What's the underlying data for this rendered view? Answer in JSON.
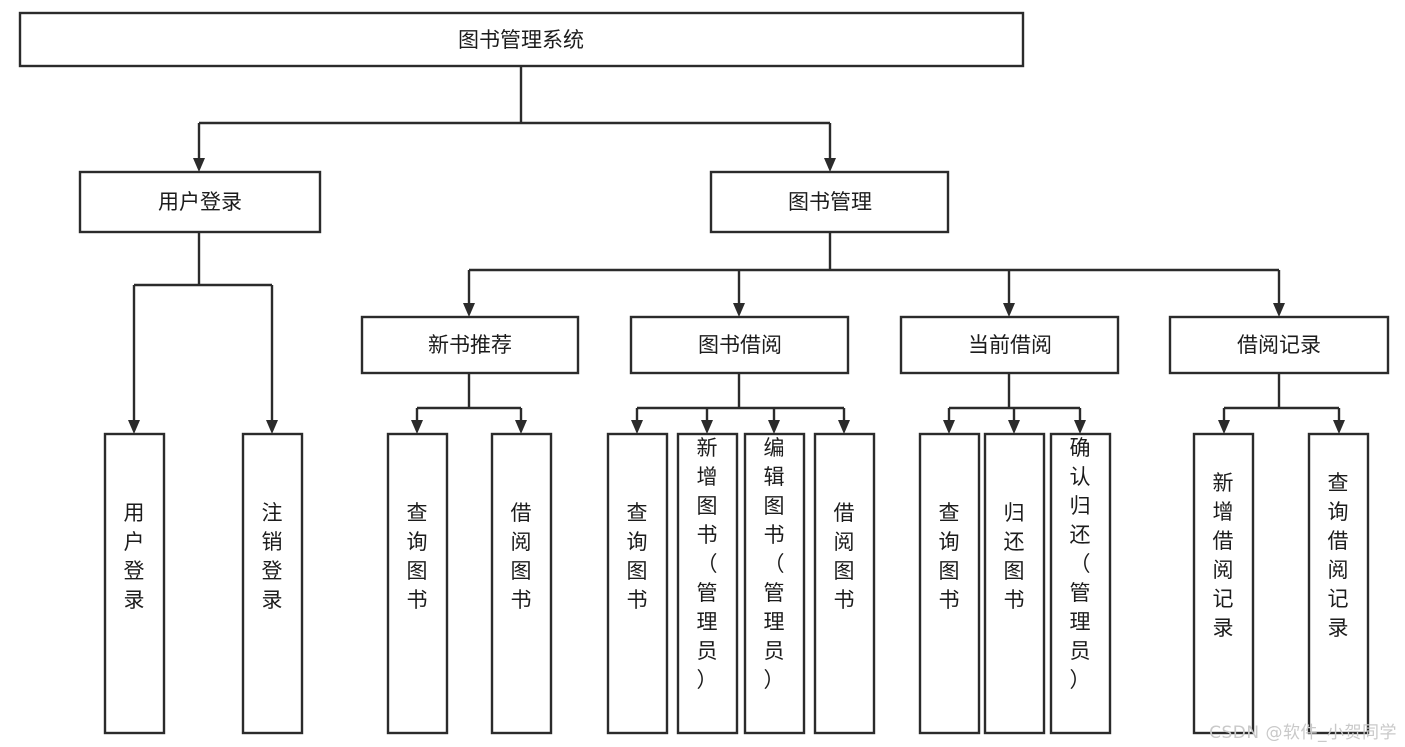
{
  "diagram": {
    "title": "图书管理系统",
    "type": "tree",
    "watermark": "CSDN @软件_小贺同学",
    "colors": {
      "stroke": "#2b2b2b",
      "fill": "#ffffff",
      "text": "#1c1c1c",
      "watermark": "#c9c9c9"
    },
    "levels": {
      "root": {
        "label": "图书管理系统"
      },
      "level2": [
        {
          "label": "用户登录"
        },
        {
          "label": "图书管理"
        }
      ],
      "level3": [
        {
          "label": "新书推荐"
        },
        {
          "label": "图书借阅"
        },
        {
          "label": "当前借阅"
        },
        {
          "label": "借阅记录"
        }
      ]
    },
    "leaves": {
      "user_login": [
        {
          "label": "用户登录"
        },
        {
          "label": "注销登录"
        }
      ],
      "new_book_recommend": [
        {
          "label": "查询图书"
        },
        {
          "label": "借阅图书"
        }
      ],
      "book_borrow": [
        {
          "label": "查询图书"
        },
        {
          "label": "新增图书（管理员）"
        },
        {
          "label": "编辑图书（管理员）"
        },
        {
          "label": "借阅图书"
        }
      ],
      "current_borrow": [
        {
          "label": "查询图书"
        },
        {
          "label": "归还图书"
        },
        {
          "label": "确认归还（管理员）"
        }
      ],
      "borrow_record": [
        {
          "label": "新增借阅记录"
        },
        {
          "label": "查询借阅记录"
        }
      ]
    }
  }
}
